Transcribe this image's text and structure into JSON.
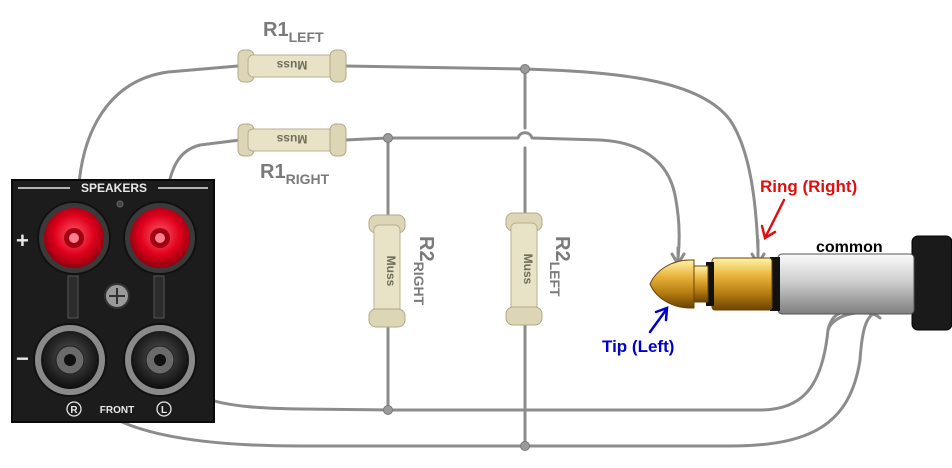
{
  "labels": {
    "r1_left": {
      "main": "R1",
      "sub": "LEFT"
    },
    "r1_right": {
      "main": "R1",
      "sub": "RIGHT"
    },
    "r2_right": {
      "main": "R2",
      "sub": "RIGHT"
    },
    "r2_left": {
      "main": "R2",
      "sub": "LEFT"
    },
    "ring_right": "Ring (Right)",
    "common": "common",
    "tip_left": "Tip (Left)"
  },
  "resistor_marking": "Muss",
  "panel": {
    "title": "SPEAKERS",
    "plus": "+",
    "minus": "−",
    "front": "FRONT",
    "r_badge": "R",
    "l_badge": "L"
  },
  "colors": {
    "ring_label": "#e01010",
    "common_label": "#000000",
    "tip_label": "#0000cc",
    "wire": "#8c8c8c",
    "resistor_label": "#7a7a7a",
    "binding_post_red": "#e0001c",
    "panel": "#1a1a1a"
  }
}
